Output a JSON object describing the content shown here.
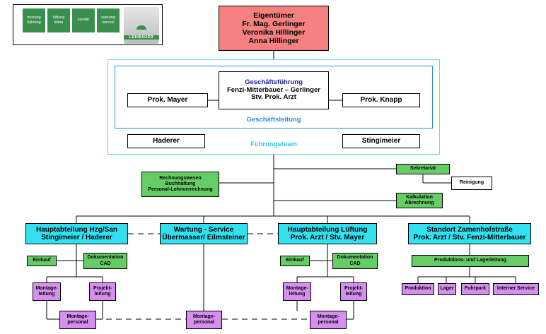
{
  "logo": {
    "cells": [
      [
        "heizung",
        "kühlung"
      ],
      [
        "lüftung",
        "klima"
      ],
      [
        "sanitär",
        ""
      ],
      [
        "wartung",
        "service"
      ]
    ],
    "brand": "LEHBAUER",
    "colors": {
      "green": "#3a8f4e"
    }
  },
  "owners": {
    "title": "Eigentümer",
    "lines": [
      "Fr. Mag. Gerlinger",
      "Veronika Hillinger",
      "Anna Hillinger"
    ]
  },
  "management": {
    "title": "Geschäftsführung",
    "lines": [
      "Fenzi-Mitterbauer – Gerlinger",
      "Stv. Prok. Arzt"
    ]
  },
  "prokura": {
    "left": "Prok. Mayer",
    "right": "Prok. Knapp"
  },
  "geschaeftsleitung_label": "Geschäftsleitung",
  "team": {
    "left": "Haderer",
    "right": "Stingimeier"
  },
  "fuehrungsteam_label": "Führungsteam",
  "accounting": [
    "Rechnungswesen",
    "Buchhaltung",
    "Personal-Lohnverrechnung"
  ],
  "secretariat": "Sekretariat",
  "cleaning": "Reinigung",
  "calculation": [
    "Kalkulation",
    "Abrechnung"
  ],
  "dept_hzg": [
    "Hauptabteilung Hzg/San",
    "Stingimeier / Haderer"
  ],
  "dept_service": [
    "Wartung - Service",
    "Übermasser/ Eilmsteiner"
  ],
  "dept_lueftung": [
    "Hauptabteilung Lüftung",
    "Prok. Arzt / Stv. Mayer"
  ],
  "dept_standort": [
    "Standort Zamenhofstraße",
    "Prok. Arzt / Stv. Fenzi-Mitterbauer"
  ],
  "hzg_sub": {
    "einkauf": "Einkauf",
    "doku": [
      "Dokumentation",
      "CAD"
    ],
    "montageleitung": [
      "Montage-",
      "leitung"
    ],
    "projektleitung": [
      "Projekt-",
      "leitung"
    ],
    "montagepersonal": [
      "Montage-",
      "personal"
    ]
  },
  "service_sub": {
    "montagepersonal": [
      "Montage-",
      "personal"
    ]
  },
  "lueftung_sub": {
    "einkauf": "Einkauf",
    "doku": [
      "Dokumentation",
      "CAD"
    ],
    "montageleitung": [
      "Montage-",
      "leitung"
    ],
    "projektleitung": [
      "Projekt-",
      "leitung"
    ],
    "montagepersonal": [
      "Montage-",
      "personal"
    ]
  },
  "standort_sub": {
    "leitung": "Produktions- und Lagerleitung",
    "units": [
      "Produktion",
      "Lager",
      "Fuhrpark",
      "Interner Service"
    ]
  },
  "colors": {
    "owners": "#f48080",
    "department": "#33e0f0",
    "staff": "#66cc66",
    "operational": "#d68ef0",
    "frame_outer": "#66d8e8",
    "frame_inner": "#2e8fd8",
    "management_title": "#1a1aa0",
    "label_blue": "#2b8fe0",
    "label_cyan": "#33c8e8"
  }
}
